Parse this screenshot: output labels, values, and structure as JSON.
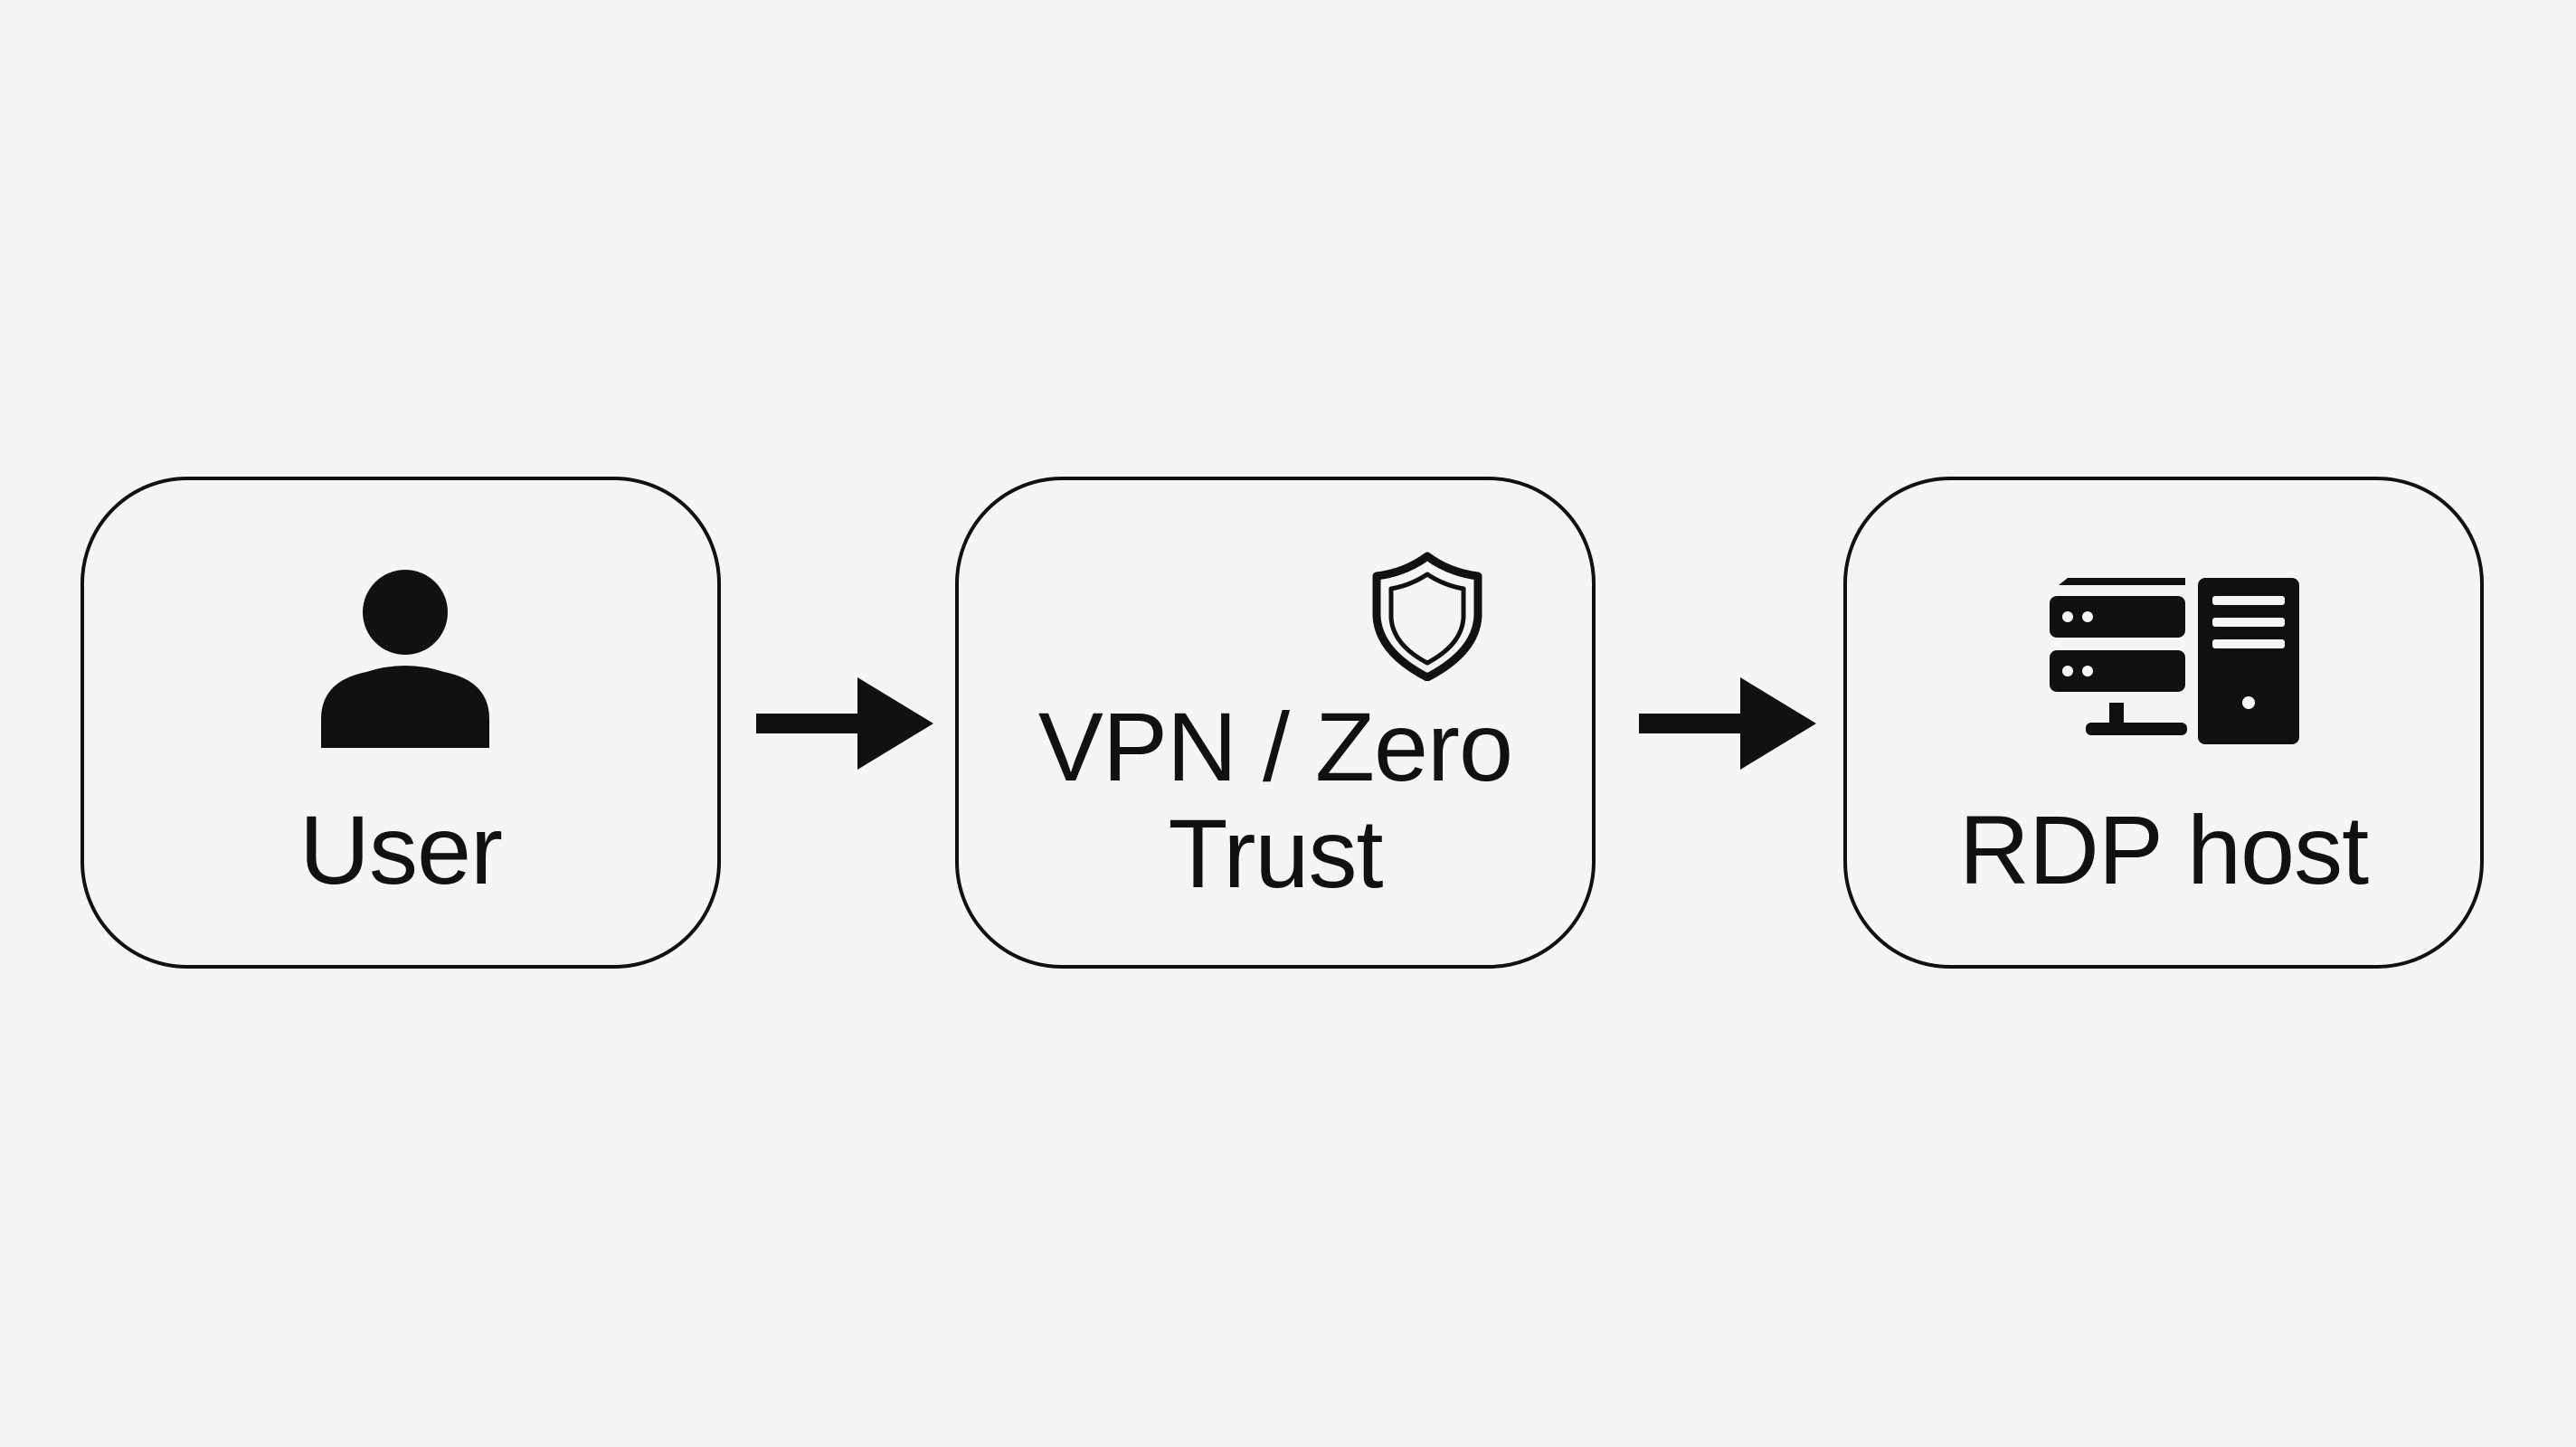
{
  "diagram": {
    "background": "#f5f5f4",
    "stroke_color": "#111111",
    "nodes": [
      {
        "id": "user",
        "label": "User",
        "icon": "user-icon"
      },
      {
        "id": "vpn",
        "label_line1": "VPN / Zero",
        "label_line2": "Trust",
        "icon": "shield-icon"
      },
      {
        "id": "rdp",
        "label": "RDP host",
        "icon": "server-icon"
      }
    ],
    "edges": [
      {
        "from": "user",
        "to": "vpn",
        "type": "arrow"
      },
      {
        "from": "vpn",
        "to": "rdp",
        "type": "arrow"
      }
    ]
  }
}
